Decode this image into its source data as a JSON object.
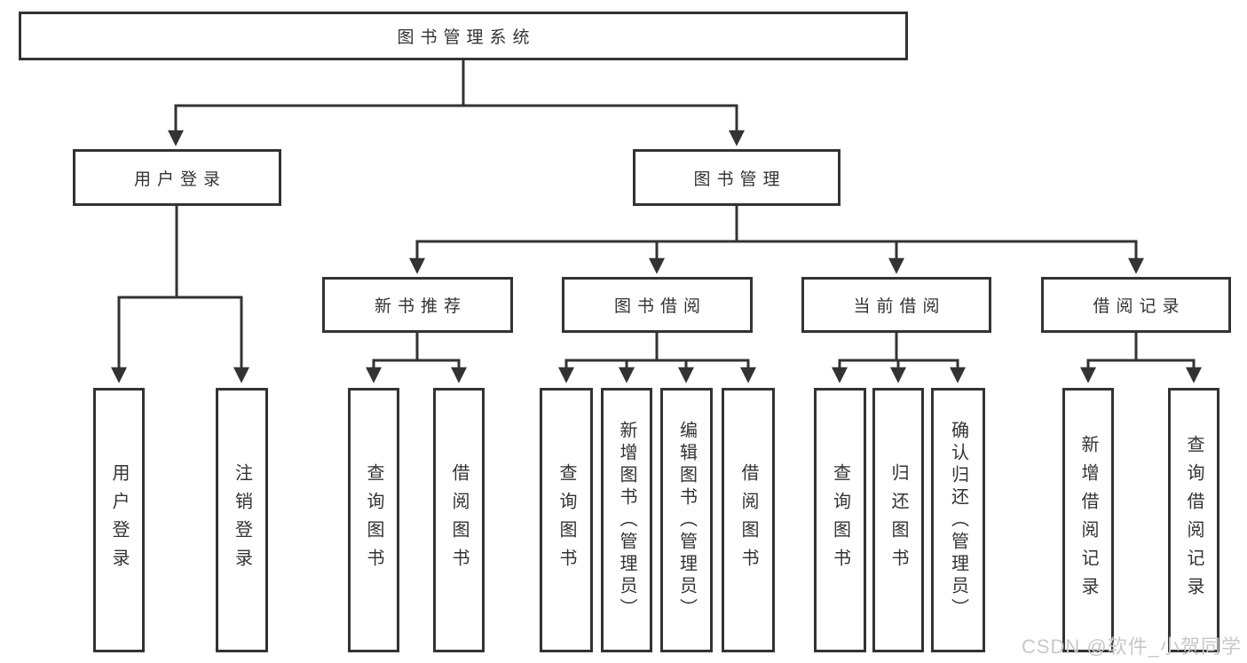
{
  "tree": {
    "root": {
      "label": "图书管理系统",
      "children": [
        {
          "label": "用户登录",
          "children": [
            {
              "label": "用户登录"
            },
            {
              "label": "注销登录"
            }
          ]
        },
        {
          "label": "图书管理",
          "children": [
            {
              "label": "新书推荐",
              "children": [
                {
                  "label": "查询图书"
                },
                {
                  "label": "借阅图书"
                }
              ]
            },
            {
              "label": "图书借阅",
              "children": [
                {
                  "label": "查询图书"
                },
                {
                  "label": "新增图书（管理员）"
                },
                {
                  "label": "编辑图书（管理员）"
                },
                {
                  "label": "借阅图书"
                }
              ]
            },
            {
              "label": "当前借阅",
              "children": [
                {
                  "label": "查询图书"
                },
                {
                  "label": "归还图书"
                },
                {
                  "label": "确认归还（管理员）"
                }
              ]
            },
            {
              "label": "借阅记录",
              "children": [
                {
                  "label": "新增借阅记录"
                },
                {
                  "label": "查询借阅记录"
                }
              ]
            }
          ]
        }
      ]
    }
  },
  "watermark": {
    "text": "CSDN @软件_小贺同学"
  },
  "colors": {
    "line": "#333333",
    "text": "#333333",
    "box_fill": "#ffffff",
    "watermark": "#c8c8c8",
    "background": "#ffffff"
  }
}
